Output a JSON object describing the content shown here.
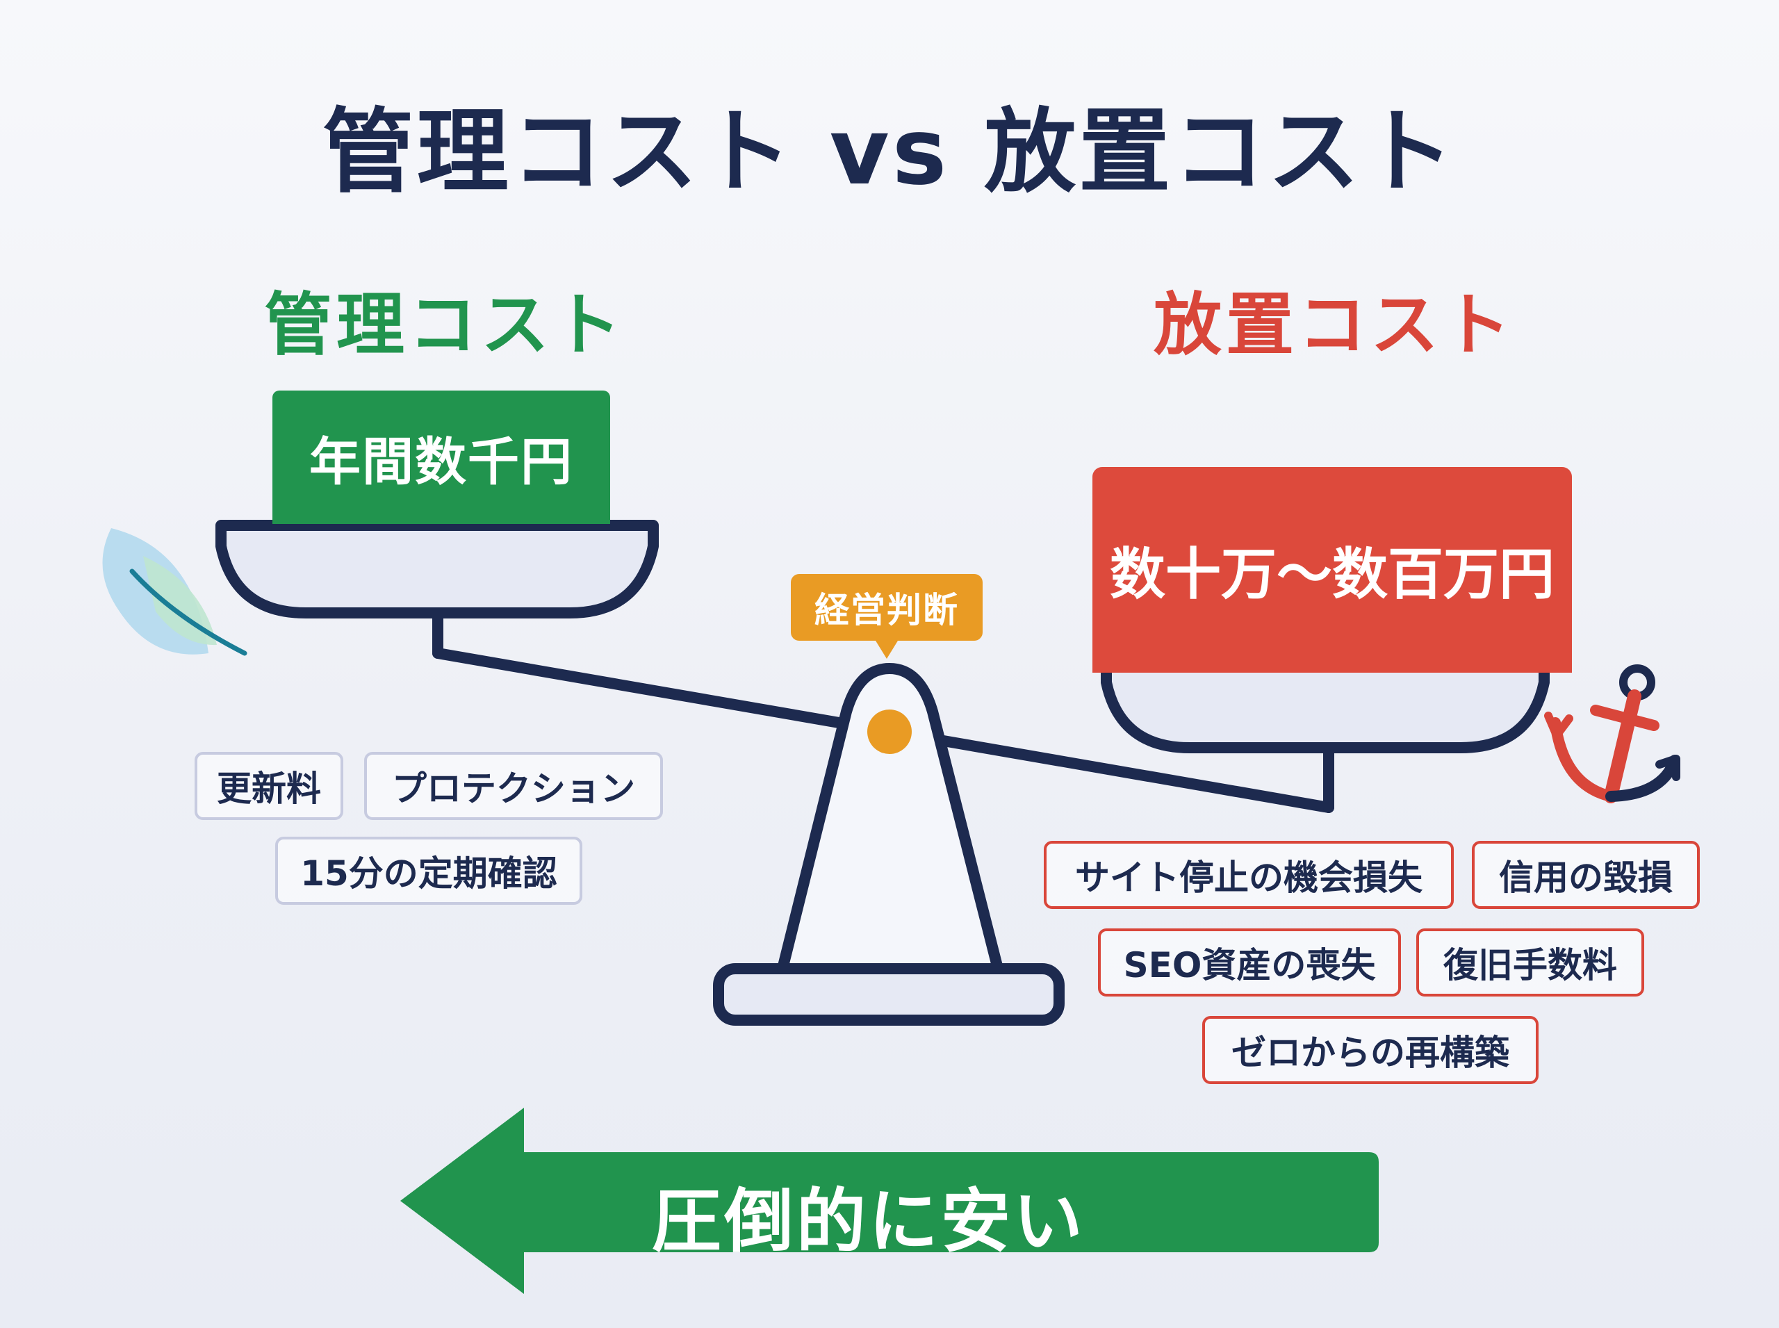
{
  "title": "管理コスト vs 放置コスト",
  "left": {
    "heading": "管理コスト",
    "cost": "年間数千円",
    "items": [
      "更新料",
      "プロテクション",
      "15分の定期確認"
    ],
    "icon": "feather-icon",
    "color": "#21944e"
  },
  "right": {
    "heading": "放置コスト",
    "cost": "数十万～数百万円",
    "items": [
      "サイト停止の機会損失",
      "信用の毀損",
      "SEO資産の喪失",
      "復旧手数料",
      "ゼロからの再構築"
    ],
    "icon": "anchor-icon",
    "color": "#d9463a"
  },
  "center": {
    "tag": "経営判断",
    "color": "#e99b24"
  },
  "arrow": {
    "label": "圧倒的に安い",
    "color": "#21944e"
  }
}
